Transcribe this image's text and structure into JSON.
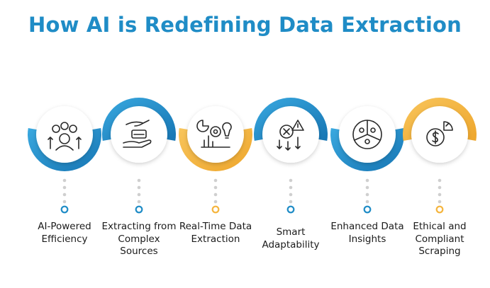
{
  "title": "How AI is Redefining Data Extraction",
  "colors": {
    "blue": "#1f8cc6",
    "gold": "#f5b53e",
    "title": "#1f8cc6",
    "dots": "#cfcfcf"
  },
  "steps": [
    {
      "label": "AI-Powered Efficiency",
      "accent": "blue",
      "icon": "ai-efficiency-icon"
    },
    {
      "label": "Extracting from Complex Sources",
      "accent": "blue",
      "icon": "hand-money-icon"
    },
    {
      "label": "Real-Time Data Extraction",
      "accent": "gold",
      "icon": "chart-gear-bulb-icon"
    },
    {
      "label": "Smart Adaptability",
      "accent": "blue",
      "icon": "gear-alert-arrows-icon"
    },
    {
      "label": "Enhanced Data Insights",
      "accent": "blue",
      "icon": "pie-insights-icon"
    },
    {
      "label": "Ethical and Compliant Scraping",
      "accent": "gold",
      "icon": "dollar-pie-icon"
    }
  ]
}
